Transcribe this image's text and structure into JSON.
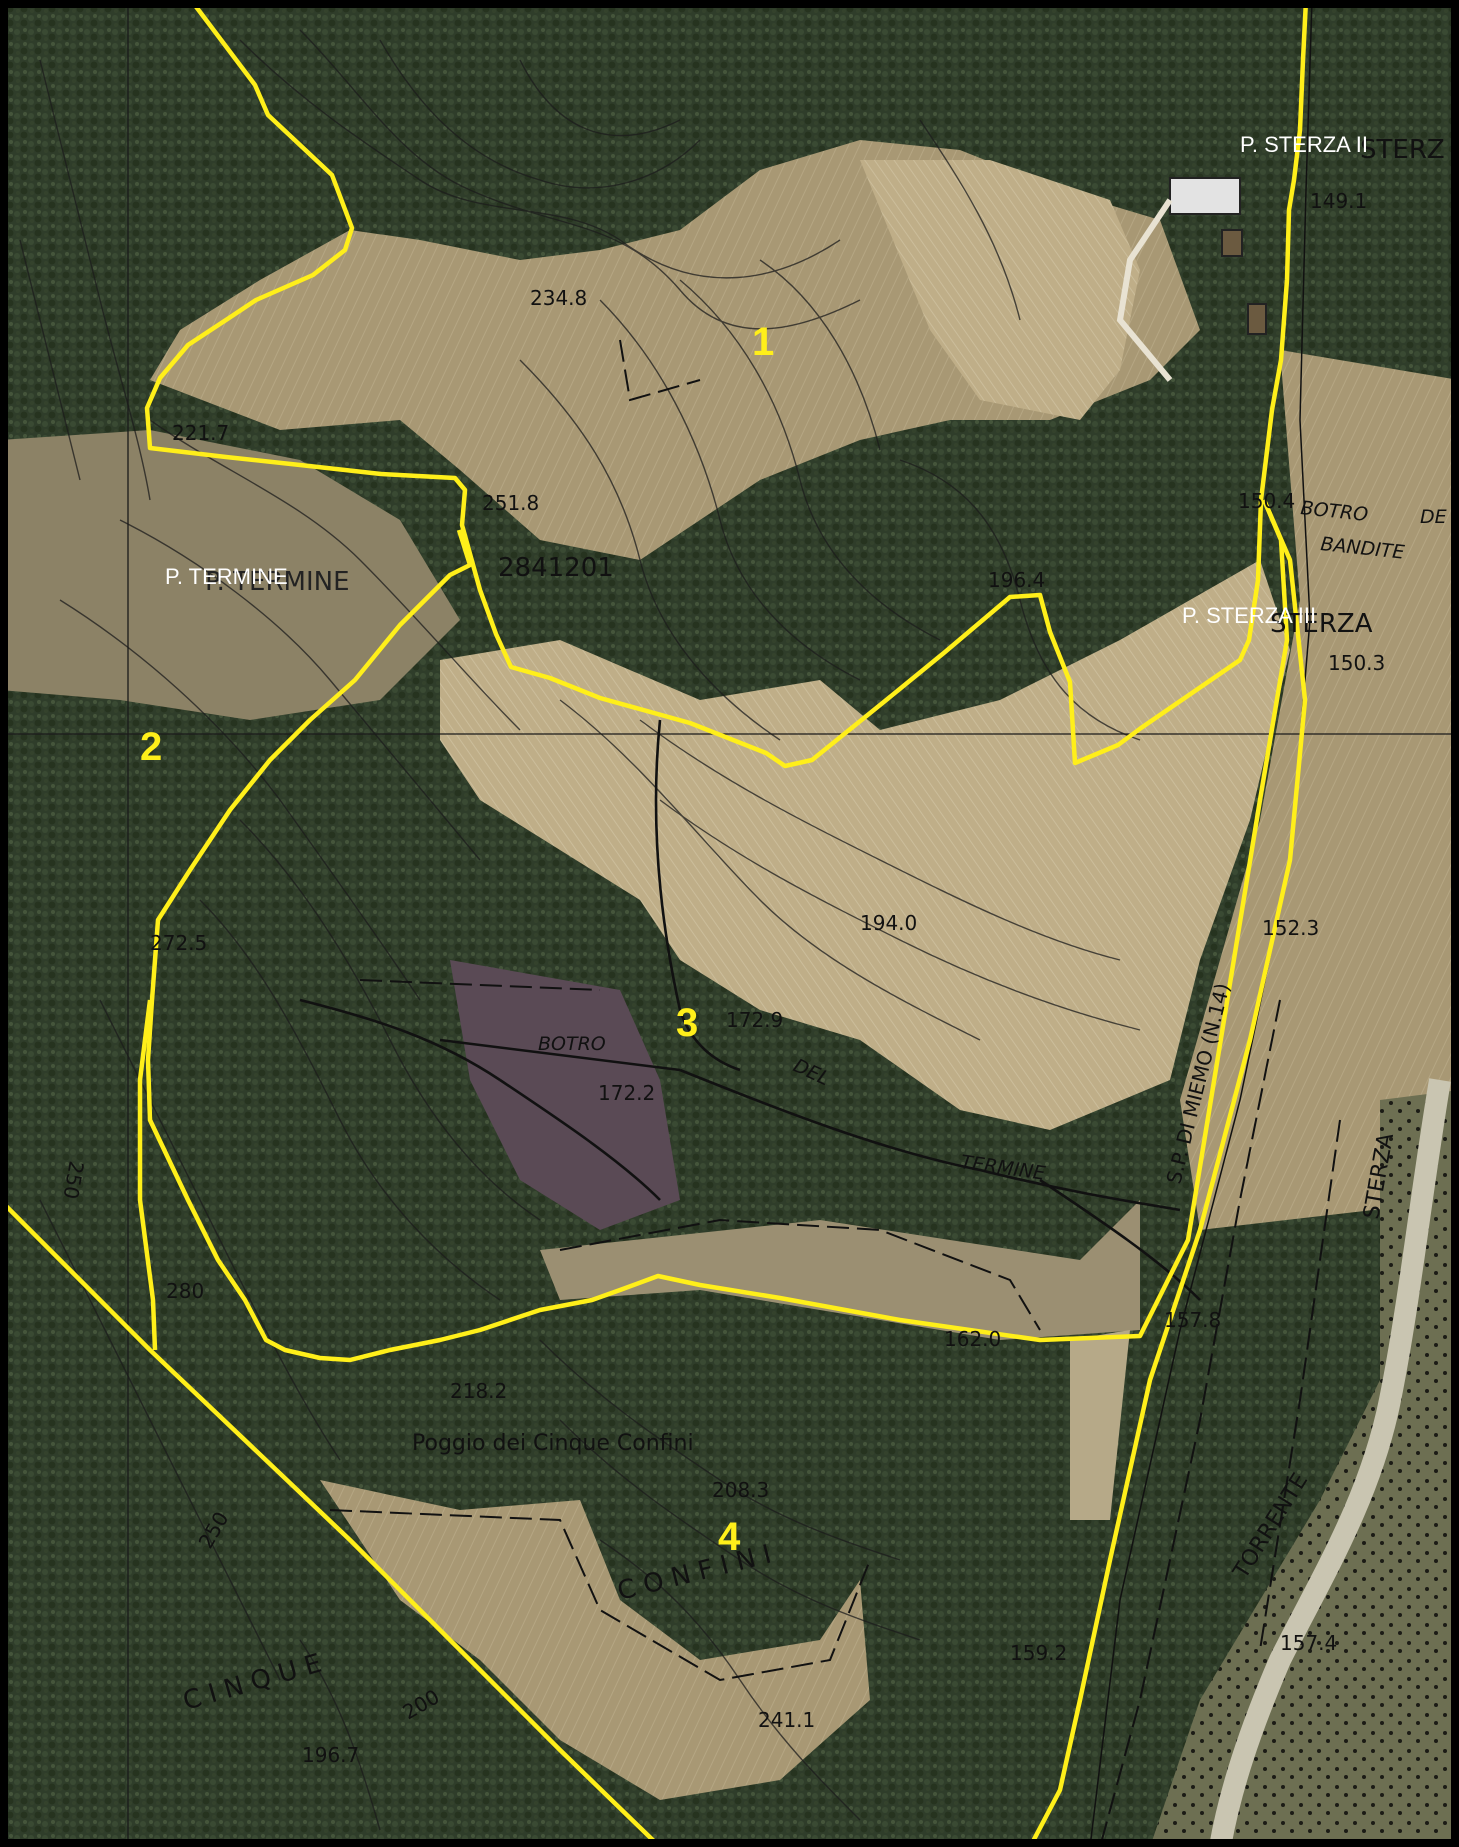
{
  "map": {
    "parcel_labels": [
      "1",
      "2",
      "3",
      "4"
    ],
    "place_labels": [
      "P. STERZA II",
      "P. TERMINE",
      "P. STERZA III"
    ],
    "map_text": {
      "sterza_top": "STERZ",
      "termine_map": "P. TERMINE",
      "sterza_right": "STERZA",
      "botro_del_1": "BOTRO",
      "botro_del_2": "DE",
      "bandite": "BANDITE",
      "botro_mid": "BOTRO",
      "del_mid": "DEL",
      "termine_river": "TERMINE",
      "road": "S.P. DI MIEMO (N.14)",
      "torrente": "TORRENTE",
      "sterza_river": "STERZA",
      "poggio": "Poggio dei Cinque Confini",
      "confini": "C O N F I N I",
      "cinque": "C I N Q U E",
      "cadastral": "2841201"
    },
    "elevations": [
      "234.8",
      "221.7",
      "251.8",
      "149.1",
      "150.4",
      "196.4",
      "150.3",
      "152.3",
      "194.0",
      "172.9",
      "172.2",
      "157.8",
      "162.0",
      "218.2",
      "208.3",
      "157.4",
      "159.2",
      "241.1",
      "196.7",
      "250",
      "200",
      "250",
      "280",
      "272.5"
    ],
    "colors": {
      "boundary": "#ffef1a",
      "forest": "#2f3d2a",
      "field": "#a89874",
      "field_light": "#c4b596",
      "grid": "#1a1a1a",
      "frame": "#000000"
    }
  }
}
